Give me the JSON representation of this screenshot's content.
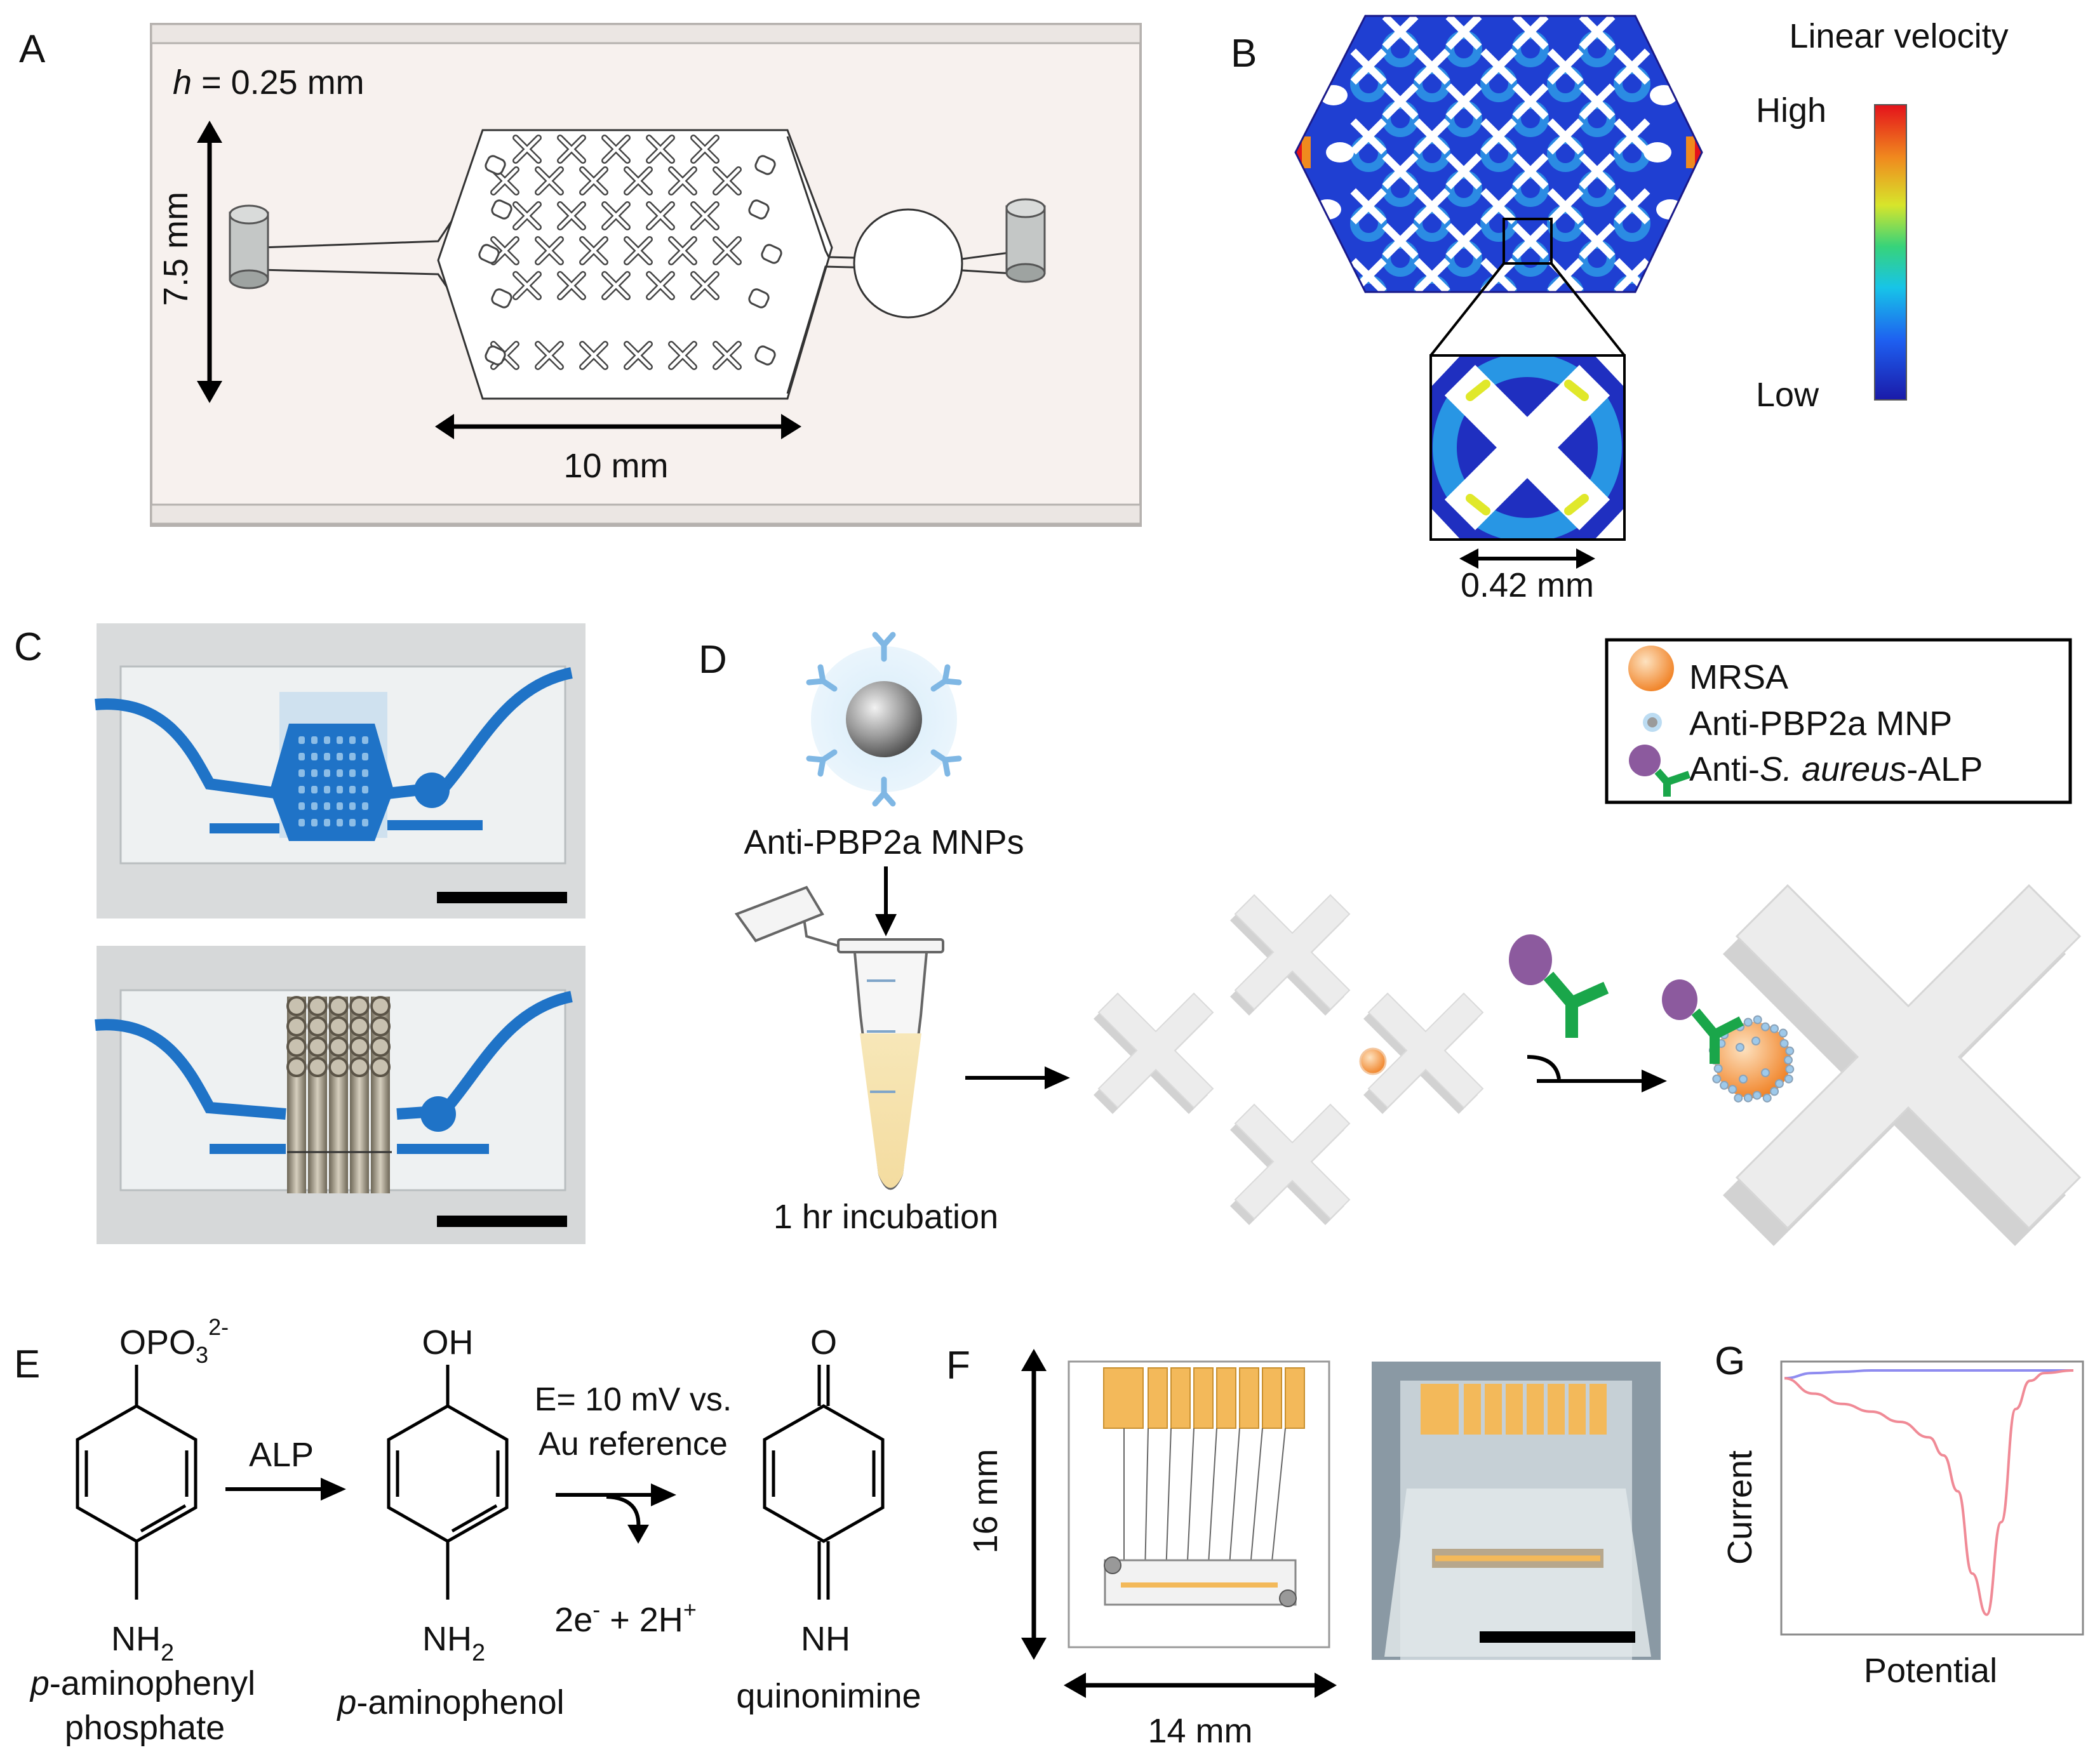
{
  "panel_labels": {
    "a": "A",
    "b": "B",
    "c": "C",
    "d": "D",
    "e": "E",
    "f": "F",
    "g": "G"
  },
  "panel_a": {
    "height_var": "h",
    "height_value": "= 0.25 mm",
    "width_label": "7.5 mm",
    "length_label": "10 mm"
  },
  "panel_b": {
    "title": "Linear velocity",
    "high_label": "High",
    "low_label": "Low",
    "scale_label": "0.42 mm"
  },
  "panel_d": {
    "legend": {
      "mrsa": "MRSA",
      "mnp": "Anti-PBP2a MNP",
      "alp_prefix": "Anti-",
      "alp_species": "S. aureus",
      "alp_suffix": "-ALP"
    },
    "mnp_label": "Anti-PBP2a MNPs",
    "incubation_label": "1 hr incubation"
  },
  "panel_e": {
    "substrate_group": "OPO",
    "substrate_sub": "3",
    "substrate_charge": "2-",
    "substrate_amine": "NH",
    "substrate_amine_sub": "2",
    "substrate_name_italic": "p",
    "substrate_name_1": "-aminophenyl",
    "substrate_name_2": "phosphate",
    "enzyme_label": "ALP",
    "product_group": "OH",
    "product_amine": "NH",
    "product_amine_sub": "2",
    "product_name_italic": "p",
    "product_name": "-aminophenol",
    "potential_line1": "E= 10  mV vs.",
    "potential_line2": "Au reference",
    "electrons": "2e",
    "electrons_sup": "-",
    "protons": " + 2H",
    "protons_sup": "+",
    "oxidized_group": "O",
    "oxidized_amine": "NH",
    "oxidized_name": "quinonimine"
  },
  "panel_f": {
    "height_label": "16 mm",
    "width_label": "14 mm"
  },
  "panel_g": {
    "xlabel": "Potential",
    "ylabel": "Current",
    "chart_data": {
      "type": "line",
      "xlabel": "Potential",
      "ylabel": "Current",
      "x": [
        0.0,
        0.1,
        0.2,
        0.3,
        0.4,
        0.5,
        0.55,
        0.6,
        0.65,
        0.7,
        0.75,
        0.8,
        0.85,
        0.9,
        1.0
      ],
      "series": [
        {
          "color": "#8f8cf0",
          "values": [
            0.96,
            0.98,
            0.985,
            0.99,
            0.99,
            0.99,
            0.99,
            0.99,
            0.99,
            0.99,
            0.99,
            0.99,
            0.99,
            0.99,
            0.99
          ]
        },
        {
          "color": "#f08a96",
          "values": [
            0.96,
            0.9,
            0.86,
            0.83,
            0.79,
            0.73,
            0.66,
            0.52,
            0.2,
            0.04,
            0.4,
            0.84,
            0.95,
            0.98,
            0.99
          ]
        }
      ],
      "xlim": [
        0,
        1
      ],
      "ylim": [
        0,
        1
      ],
      "grid": false
    }
  },
  "colors": {
    "mrsa": "#f07f21",
    "mnp": "#9ec9ea",
    "antibody": "#1aa64a",
    "alp": "#8c5a9e",
    "cross": "#e6e6e6",
    "pad": "#f3b95a",
    "device_blue": "#1f73c7"
  }
}
